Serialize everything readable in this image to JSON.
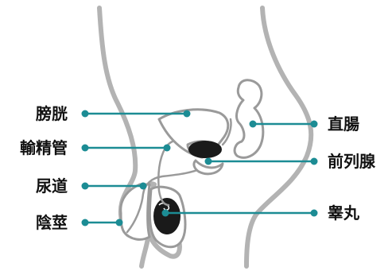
{
  "labels": {
    "bladder": "膀胱",
    "vas_deferens": "輸精管",
    "urethra": "尿道",
    "penis": "陰莖",
    "rectum": "直腸",
    "prostate": "前列腺",
    "testis": "睾丸"
  },
  "colors": {
    "leader": "#1c8c94",
    "outline": "#b3b3b3",
    "organ_stroke": "#9a9a9a",
    "dark_organ": "#1a1a1a",
    "text": "#111111"
  }
}
